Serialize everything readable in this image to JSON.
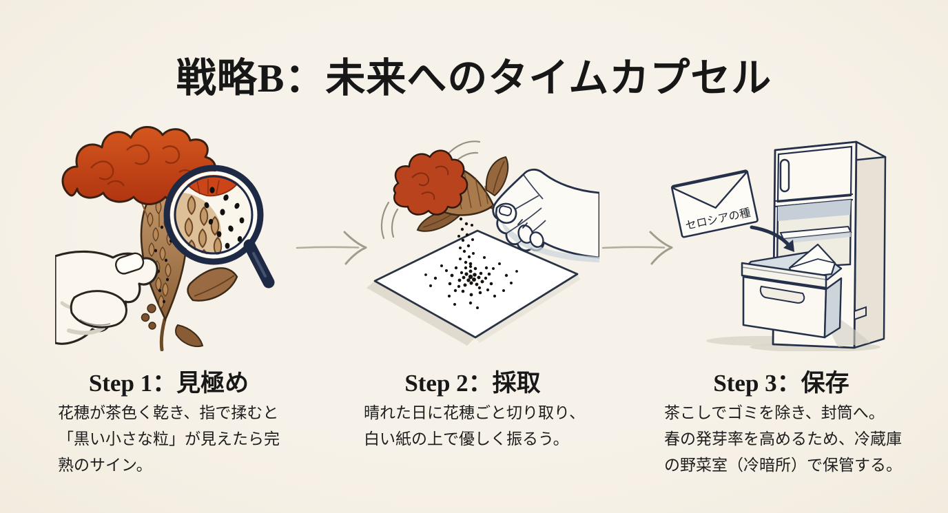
{
  "title": "戦略B：未来へのタイムカプセル",
  "flow": {
    "arrow_icon": "hand-drawn-right-arrow",
    "arrow_color": "#a39b8c"
  },
  "steps": [
    {
      "label": "Step 1：見極め",
      "description": "花穂が茶色く乾き、指で揉むと\n「黒い小さな粒」が見えたら完\n熟のサイン。",
      "illustration": "hand-inspecting-celosia-with-magnifier"
    },
    {
      "label": "Step 2：採取",
      "description": "晴れた日に花穂ごと切り取り、\n白い紙の上で優しく振るう。",
      "illustration": "shaking-seeds-onto-white-paper"
    },
    {
      "label": "Step 3：保存",
      "description": "茶こしでゴミを除き、封筒へ。\n春の発芽率を高めるため、冷蔵庫\nの野菜室（冷暗所）で保管する。",
      "illustration": "envelope-into-refrigerator-drawer",
      "envelope_label": "セロシアの種"
    }
  ],
  "colors": {
    "background": "#f6f1e7",
    "ink": "#1c1c1c",
    "outline_navy": "#25304a",
    "flower_red": "#c6491b",
    "spike_brown": "#a87c50",
    "arrow_gray": "#a39b8c"
  }
}
